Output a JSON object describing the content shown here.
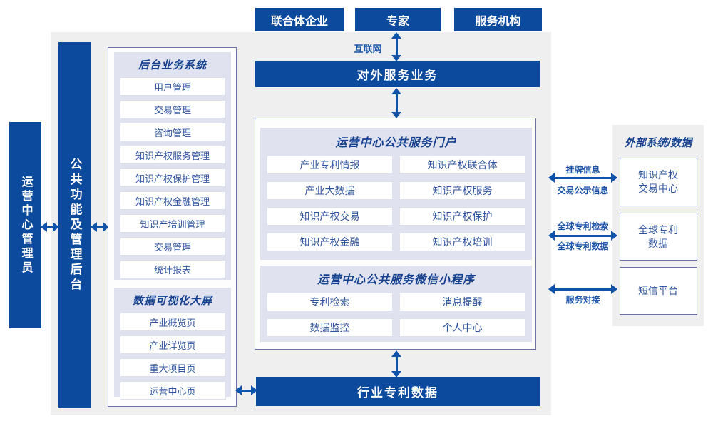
{
  "colors": {
    "primary_blue": "#0c4a9d",
    "arrow_blue": "#0e53aa",
    "title_navy": "#14408f",
    "item_text_blue": "#2f549e",
    "panel_lavender": "#e0e3ef",
    "canvas_gray": "#efefef"
  },
  "actors": {
    "items": [
      "联合体企业",
      "专家",
      "服务机构"
    ]
  },
  "links": {
    "internet": "互联网",
    "listing_info": "挂牌信息",
    "trade_publicity_info": "交易公示信息",
    "global_patent_search": "全球专利检索",
    "global_patent_data": "全球专利数据",
    "service_integration": "服务对接"
  },
  "bars": {
    "external_service": "对外服务业务",
    "industry_patent_data": "行业专利数据",
    "admin": "运营中心管理员",
    "public_functions": "公共功能及管理后台"
  },
  "backend_system": {
    "title": "后台业务系统",
    "items": [
      "用户管理",
      "交易管理",
      "咨询管理",
      "知识产权服务管理",
      "知识产权保护管理",
      "知识产权金融管理",
      "知识产培训管理",
      "交易管理",
      "统计报表"
    ]
  },
  "data_viz": {
    "title": "数据可视化大屏",
    "items": [
      "产业概览页",
      "产业详览页",
      "重大项目页",
      "运营中心页"
    ]
  },
  "portal": {
    "title": "运营中心公共服务门户",
    "cells": [
      "产业专利情报",
      "知识产权联合体",
      "产业大数据",
      "知识产权服务",
      "知识产权交易",
      "知识产权保护",
      "知识产权金融",
      "知识产权培训"
    ]
  },
  "miniapp": {
    "title": "运营中心公共服务微信小程序",
    "cells": [
      "专利检索",
      "消息提醒",
      "数据监控",
      "个人中心"
    ]
  },
  "external_systems": {
    "title": "外部系统/数据",
    "boxes": [
      {
        "line1": "知识产权",
        "line2": "交易中心"
      },
      {
        "line1": "全球专利",
        "line2": "数据"
      },
      {
        "line1": "短信平台",
        "line2": ""
      }
    ]
  }
}
